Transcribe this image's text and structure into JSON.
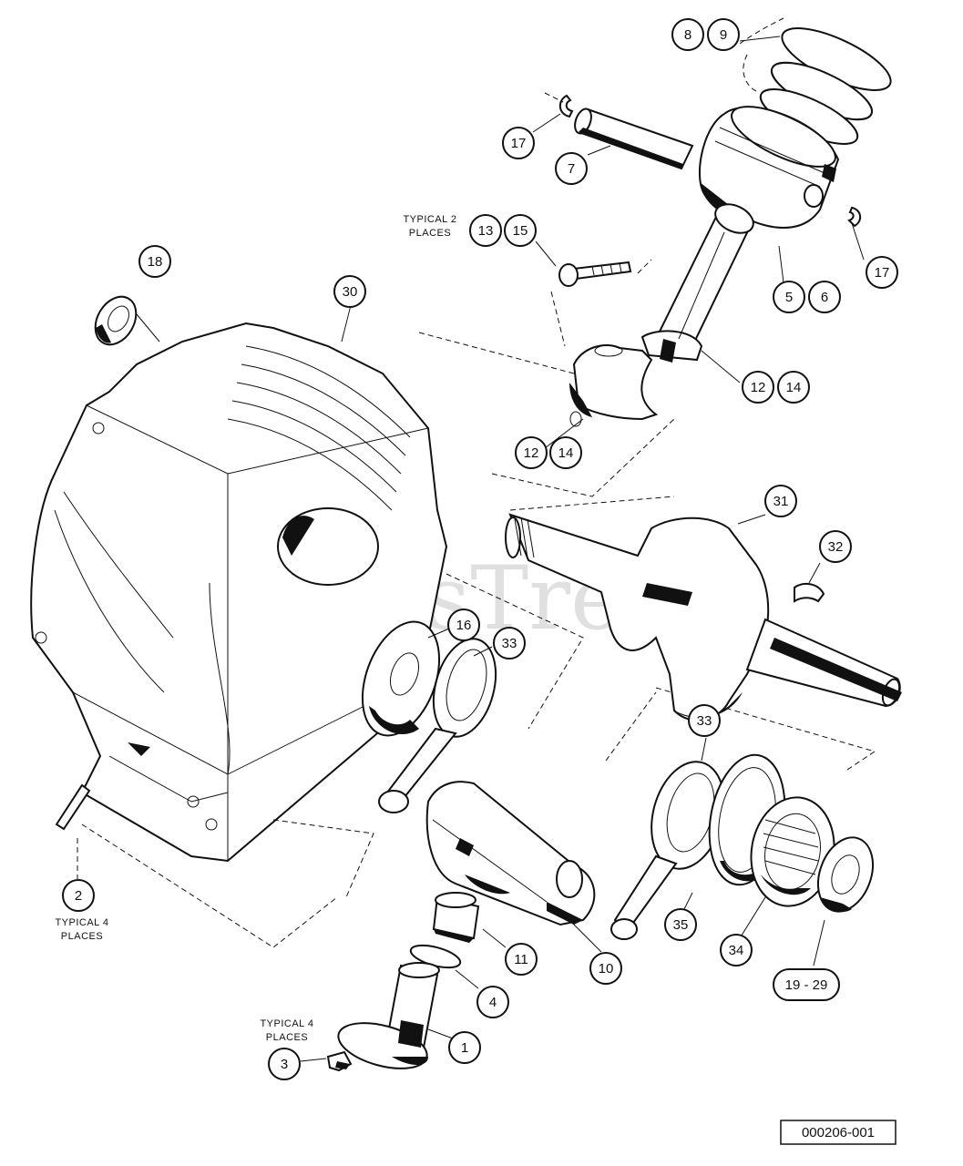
{
  "watermark": "PartsTree",
  "drawing_number": "000206-001",
  "notes": {
    "typical_2_line1": "TYPICAL 2",
    "typical_2_line2": "PLACES",
    "typical_4_left_line1": "TYPICAL 4",
    "typical_4_left_line2": "PLACES",
    "typical_4_bottom_line1": "TYPICAL 4",
    "typical_4_bottom_line2": "PLACES"
  },
  "callouts": {
    "c8": "8",
    "c9": "9",
    "c17a": "17",
    "c7": "7",
    "c13": "13",
    "c15": "15",
    "c17b": "17",
    "c5": "5",
    "c6": "6",
    "c18": "18",
    "c30": "30",
    "c12a": "12",
    "c14a": "14",
    "c12b": "12",
    "c14b": "14",
    "c31": "31",
    "c32": "32",
    "c16": "16",
    "c33a": "33",
    "c33b": "33",
    "c2": "2",
    "c11": "11",
    "c10": "10",
    "c35": "35",
    "c34": "34",
    "c19_29": "19 - 29",
    "c4": "4",
    "c1": "1",
    "c3": "3"
  }
}
